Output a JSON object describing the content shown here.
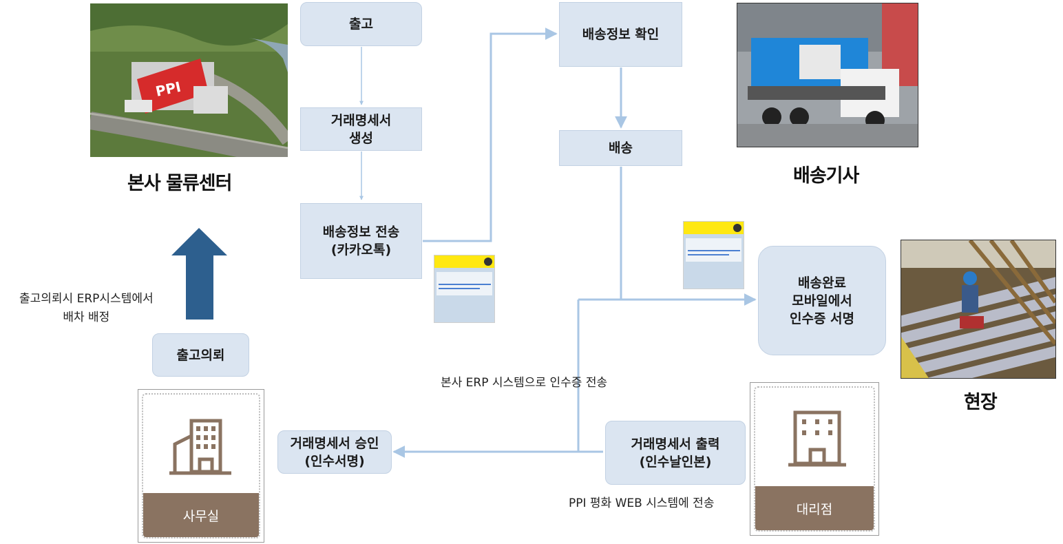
{
  "nodes": {
    "chulgo": "출고",
    "statement_gen": [
      "거래명세서",
      "생성"
    ],
    "delivery_info_send": [
      "배송정보 전송",
      "(카카오톡)"
    ],
    "delivery_info_check": "배송정보 확인",
    "delivery": "배송",
    "delivery_complete": [
      "배송완료",
      "모바일에서",
      "인수증 서명"
    ],
    "statement_print": [
      "거래명세서 출력",
      "(인수날인본)"
    ],
    "statement_approve": [
      "거래명세서 승인",
      "(인수서명)"
    ],
    "release_request": "출고의뢰"
  },
  "labels": {
    "erp_dispatch": [
      "출고의뢰시 ERP시스템에서",
      "배차 배정"
    ],
    "erp_receipt": "본사 ERP 시스템으로 인수증 전송",
    "web_send": "PPI 평화 WEB 시스템에 전송"
  },
  "captions": {
    "hq": "본사 물류센터",
    "driver": "배송기사",
    "site": "현장"
  },
  "cards": {
    "office": "사무실",
    "agency": "대리점"
  },
  "photos": {
    "hq_sign": "PPI"
  },
  "colors": {
    "box_fill": "#dbe5f1",
    "box_border": "#c2d1e3",
    "connector": "#a9c6e4",
    "up_arrow": "#2d5f8e",
    "card_band": "#8a7361",
    "icon": "#8a7361"
  }
}
